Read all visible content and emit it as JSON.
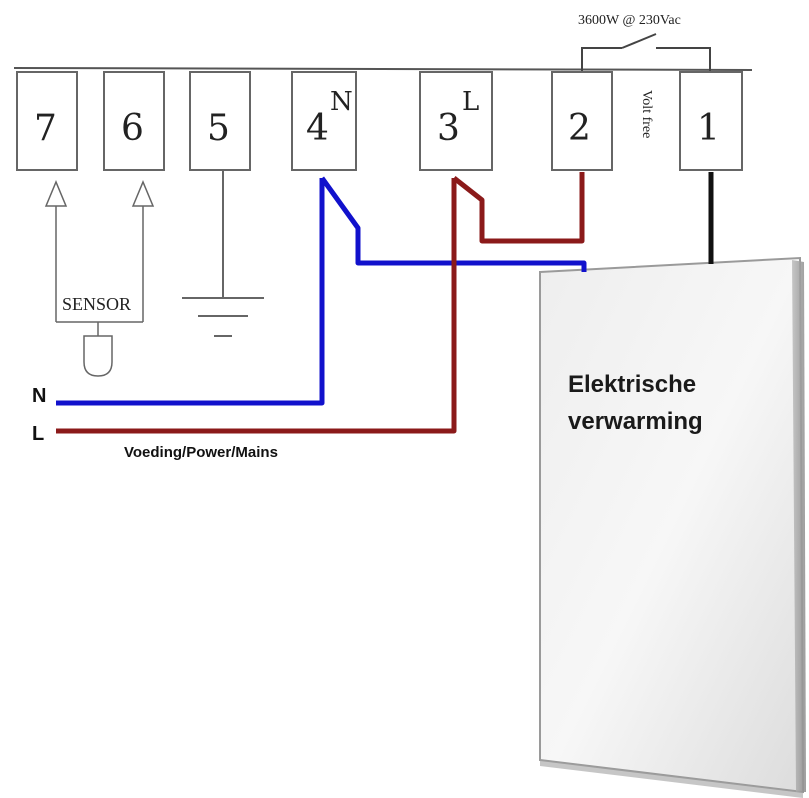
{
  "header": {
    "rating": "3600W @ 230Vac",
    "volt_free": "Volt free"
  },
  "terminals": [
    {
      "id": "7",
      "label": "7",
      "sup": ""
    },
    {
      "id": "6",
      "label": "6",
      "sup": ""
    },
    {
      "id": "5",
      "label": "5",
      "sup": ""
    },
    {
      "id": "4",
      "label": "4",
      "sup": "N"
    },
    {
      "id": "3",
      "label": "3",
      "sup": "L"
    },
    {
      "id": "2",
      "label": "2",
      "sup": ""
    },
    {
      "id": "1",
      "label": "1",
      "sup": ""
    }
  ],
  "sensor": {
    "label": "SENSOR"
  },
  "mains": {
    "neutral_label": "N",
    "live_label": "L",
    "caption": "Voeding/Power/Mains"
  },
  "heater": {
    "line1": "Elektrische",
    "line2": "verwarming"
  },
  "colors": {
    "neutral_wire": "#1111cc",
    "live_wire": "#8b1a1a",
    "load_wire": "#111111",
    "outline": "#555555"
  }
}
